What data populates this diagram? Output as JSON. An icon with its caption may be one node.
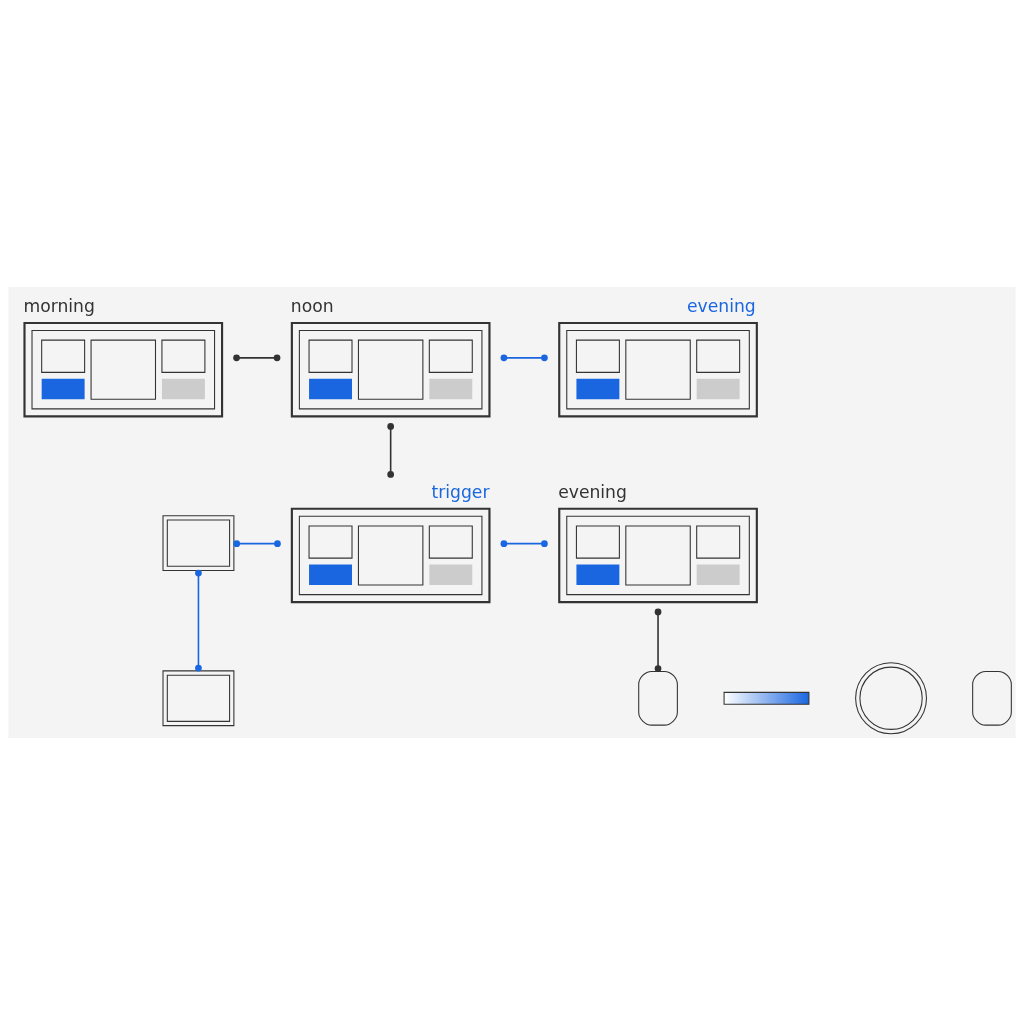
{
  "diagram": {
    "nodes": [
      {
        "text": [
          "morning"
        ]
      },
      {
        "text": [
          "noon"
        ]
      },
      {
        "text": [
          "evening"
        ]
      },
      {
        "text": [],
        "shape": "picture"
      },
      {
        "text": [
          "trigger"
        ]
      },
      {
        "text": [
          "evening"
        ]
      },
      {
        "text": [],
        "shape": "bar"
      },
      {
        "text": [],
        "shape": "picture"
      },
      {
        "text": [],
        "shape": "circle"
      },
      {
        "text": [],
        "shape": "box"
      },
      {
        "text": [],
        "shape": "box"
      }
    ],
    "edges": [
      {
        "from": 0,
        "to": 1,
        "arrow": "other",
        "color": "#333333"
      },
      {
        "from": 1,
        "to": 2,
        "arrow": "other"
      },
      {
        "from": 1,
        "to": 4,
        "arrow": "other",
        "color": "#333333"
      },
      {
        "from": 3,
        "to": 4,
        "arrow": "other"
      },
      {
        "from": 4,
        "to": 5,
        "arrow": "other"
      },
      {
        "from": 3,
        "to": 7,
        "arrow": "other"
      },
      {
        "from": 5,
        "to": 9,
        "arrow": "other",
        "color": "#333333"
      }
    ]
  }
}
